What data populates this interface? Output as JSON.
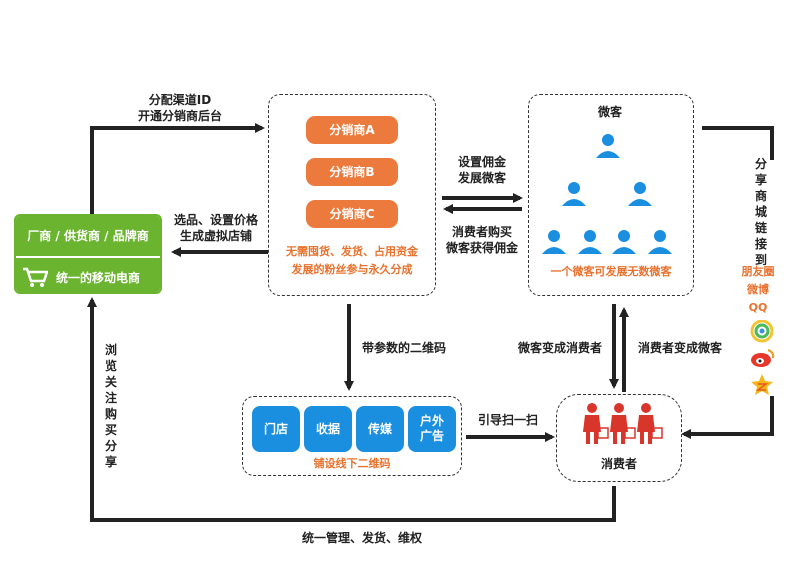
{
  "labels": {
    "channel_id": "分配渠道ID",
    "open_backend": "开通分销商后台",
    "select_products": "选品、设置价格",
    "gen_store": "生成虚拟店铺",
    "set_commission": "设置佣金",
    "develop_weike": "发展微客",
    "consumer_buy": "消费者购买",
    "weike_commission": "微客获得佣金",
    "qr_param": "带参数的二维码",
    "weike_to_consumer": "微客变成消费者",
    "consumer_to_weike": "消费者变成微客",
    "guide_scan": "引导扫一扫",
    "unified": "统一管理、发货、维权",
    "browse_vertical": "浏览 关注 购买 分享",
    "share_vertical": "分享商城链接到"
  },
  "distributors": {
    "items": [
      "分销商A",
      "分销商B",
      "分销商C"
    ],
    "note_line1": "无需囤货、发货、占用资金",
    "note_line2": "发展的粉丝参与永久分成"
  },
  "weike": {
    "title": "微客",
    "note": "一个微客可发展无数微客"
  },
  "vendor": {
    "title": "厂商 / 供货商 / 品牌商",
    "subtitle": "统一的移动电商"
  },
  "offline": {
    "items": [
      "门店",
      "收据",
      "传媒",
      "户外\n广告"
    ],
    "note": "铺设线下二维码"
  },
  "consumer": {
    "title": "消费者"
  },
  "share_apps": [
    "朋友圈",
    "微博",
    "QQ"
  ],
  "colors": {
    "green": "#6ab42f",
    "orange": "#ec7a3d",
    "blue": "#1a8fe0",
    "red": "#d8352b"
  }
}
